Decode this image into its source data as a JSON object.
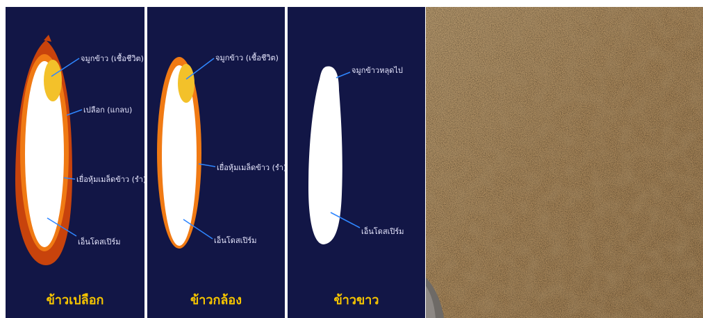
{
  "panels": [
    {
      "caption": "ข้าวเปลือก",
      "labels": [
        "จมูกข้าว (เชื้อชีวิต)",
        "เปลือก (แกลบ)",
        "เยื่อหุ้มเมล็ดข้าว (รำ)",
        "เอ็นโดสเปิร์ม"
      ]
    },
    {
      "caption": "ข้าวกล้อง",
      "labels": [
        "จมูกข้าว (เชื้อชีวิต)",
        "เยื่อหุ้มเมล็ดข้าว (รำ)",
        "เอ็นโดสเปิร์ม"
      ]
    },
    {
      "caption": "ข้าวขาว",
      "labels": [
        "จมูกข้าวหลุดไป",
        "เอ็นโดสเปิร์ม"
      ]
    }
  ],
  "colors": {
    "panel_bg": "#121646",
    "husk": "#d24a0e",
    "bran": "#f07a14",
    "germ": "#f3c12a",
    "endosperm": "#ffffff",
    "leader_line": "#2f86ff",
    "caption": "#f5c400",
    "rice_bran_powder": "#b8976a"
  }
}
